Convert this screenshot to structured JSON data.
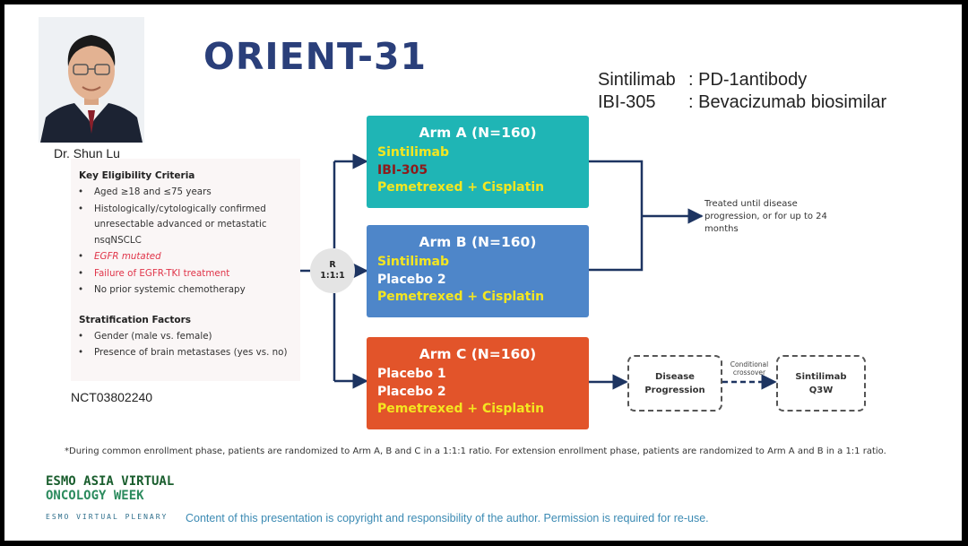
{
  "title": "ORIENT-31",
  "definitions": [
    {
      "term": "Sintilimab",
      "desc": ": PD-1antibody"
    },
    {
      "term": "IBI-305",
      "desc": ": Bevacizumab biosimilar"
    }
  ],
  "speaker": "Dr. Shun Lu",
  "eligibility": {
    "heading": "Key Eligibility Criteria",
    "items": [
      "Aged ≥18 and ≤75 years",
      "Histologically/cytologically confirmed unresectable advanced or metastatic nsqNSCLC",
      "EGFR mutated",
      "Failure of EGFR-TKI treatment",
      "No prior systemic chemotherapy"
    ]
  },
  "stratification": {
    "heading": "Stratification Factors",
    "items": [
      "Gender (male vs. female)",
      "Presence of brain metastases (yes vs. no)"
    ]
  },
  "nct": "NCT03802240",
  "randomization": {
    "r": "R",
    "ratio": "1:1:1"
  },
  "arms": [
    {
      "title": "Arm A (N=160)",
      "drugs": [
        "Sintilimab",
        "IBI-305",
        "Pemetrexed  + Cisplatin"
      ]
    },
    {
      "title": "Arm B (N=160)",
      "drugs": [
        "Sintilimab",
        "Placebo 2",
        "Pemetrexed  + Cisplatin"
      ]
    },
    {
      "title": "Arm C (N=160)",
      "drugs": [
        "Placebo 1",
        "Placebo 2",
        "Pemetrexed + Cisplatin"
      ]
    }
  ],
  "treated_note": "Treated until disease progression, or for up to 24 months",
  "disease_progression": {
    "line1": "Disease",
    "line2": "Progression"
  },
  "conditional": {
    "line1": "Conditional",
    "line2": "crossover"
  },
  "sintilimab_box": {
    "line1": "Sintilimab",
    "line2": "Q3W"
  },
  "footnote": "*During common enrollment phase, patients are randomized to Arm A, B and C in a 1:1:1 ratio. For extension enrollment phase, patients are randomized to Arm A and B in a 1:1 ratio.",
  "esmo": {
    "line1": "ESMO ASIA VIRTUAL",
    "line2": "ONCOLOGY WEEK",
    "line3": "ESMO VIRTUAL PLENARY"
  },
  "copyright": "Content of this presentation is copyright and responsibility of the author. Permission is required for re-use.",
  "colors": {
    "arm_a": "#1fb5b5",
    "arm_b": "#4e86c9",
    "arm_c": "#e2542a",
    "title": "#2a3f7a",
    "highlight": "#f4e620",
    "ibi305": "#8e1a1a",
    "line": "#1d3461"
  }
}
